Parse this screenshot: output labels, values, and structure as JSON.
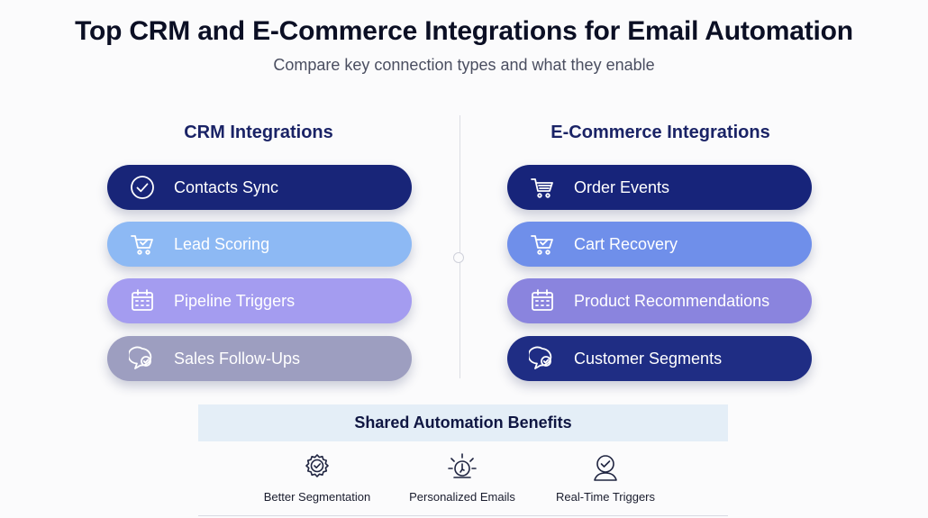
{
  "title": "Top CRM and E-Commerce Integrations for Email Automation",
  "subtitle": "Compare key connection types and what they enable",
  "crm": {
    "heading": "CRM Integrations",
    "items": [
      {
        "label": "Contacts Sync",
        "icon": "check-circle-icon",
        "color": "#182578"
      },
      {
        "label": "Lead Scoring",
        "icon": "cart-icon",
        "color": "#8db9f4"
      },
      {
        "label": "Pipeline Triggers",
        "icon": "calendar-icon",
        "color": "#a49cf0"
      },
      {
        "label": "Sales Follow-Ups",
        "icon": "chat-check-icon",
        "color": "#9d9ec0"
      }
    ]
  },
  "ecommerce": {
    "heading": "E-Commerce Integrations",
    "items": [
      {
        "label": "Order Events",
        "icon": "cart-icon",
        "color": "#17247a"
      },
      {
        "label": "Cart Recovery",
        "icon": "cart-icon",
        "color": "#6f8fea"
      },
      {
        "label": "Product Recommendations",
        "icon": "calendar-icon",
        "color": "#8a84de"
      },
      {
        "label": "Customer Segments",
        "icon": "chat-check-icon",
        "color": "#1f2d84"
      }
    ]
  },
  "benefits": {
    "heading": "Shared Automation Benefits",
    "items": [
      {
        "label": "Better Segmentation",
        "icon": "gear-check-icon"
      },
      {
        "label": "Personalized Emails",
        "icon": "spark-icon"
      },
      {
        "label": "Real-Time Triggers",
        "icon": "user-check-icon"
      }
    ]
  }
}
